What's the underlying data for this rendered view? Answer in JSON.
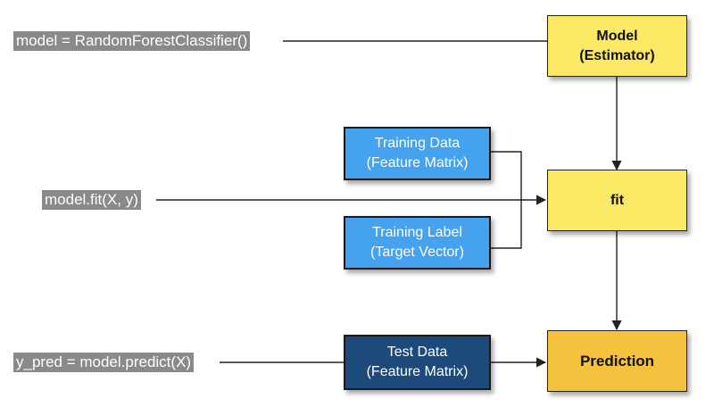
{
  "colors": {
    "yellow_box": "#fbe865",
    "prediction_box": "#f4c23d",
    "training_box": "#44a2ee",
    "test_box": "#1d4a7a",
    "code_label_bg": "#8a8a8a"
  },
  "code_labels": {
    "model_init": "model = RandomForestClassifier()",
    "fit_call": "model.fit(X, y)",
    "predict_call": "y_pred = model.predict(X)"
  },
  "boxes": {
    "model": {
      "line1": "Model",
      "line2": "(Estimator)"
    },
    "fit": {
      "label": "fit"
    },
    "prediction": {
      "label": "Prediction"
    },
    "training_data": {
      "line1": "Training Data",
      "line2": "(Feature Matrix)"
    },
    "training_label": {
      "line1": "Training Label",
      "line2": "(Target Vector)"
    },
    "test_data": {
      "line1": "Test Data",
      "line2": "(Feature Matrix)"
    }
  }
}
